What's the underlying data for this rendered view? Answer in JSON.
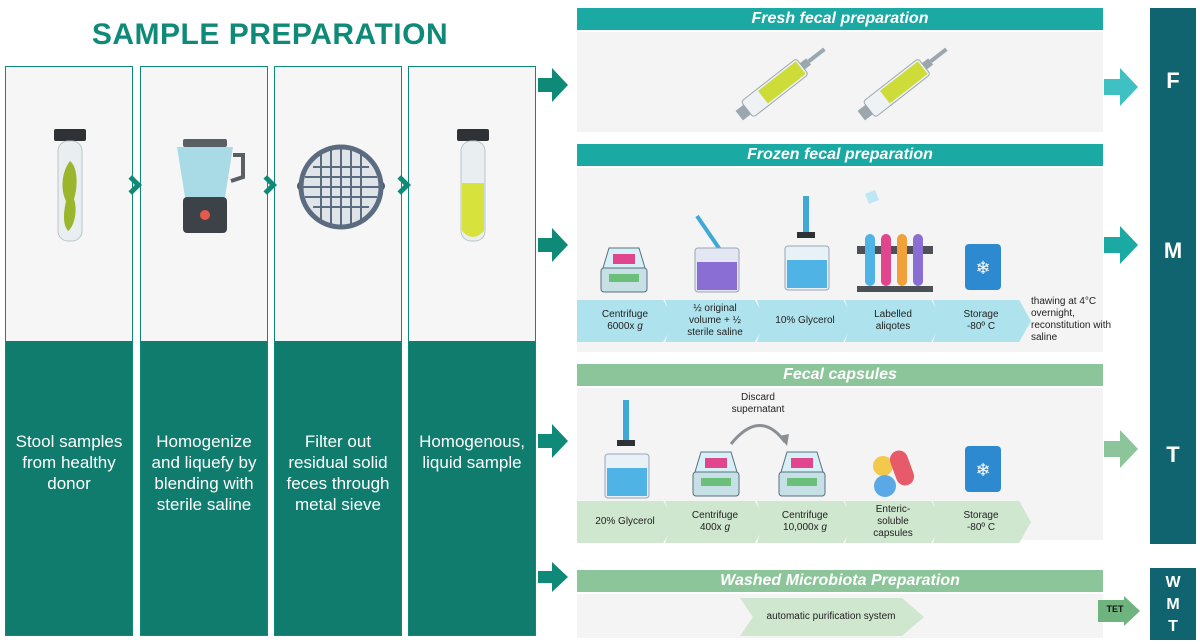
{
  "title": "SAMPLE PREPARATION",
  "columns": [
    {
      "text": "Stool samples from healthy donor"
    },
    {
      "text": "Homogenize and liquefy by blending with sterile saline"
    },
    {
      "text": "Filter out residual solid feces through metal sieve"
    },
    {
      "text": "Homogenous, liquid sample"
    }
  ],
  "sections": {
    "fresh": {
      "title": "Fresh fecal preparation"
    },
    "frozen": {
      "title": "Frozen fecal preparation",
      "steps": [
        {
          "line1": "Centrifuge",
          "line2": "6000x ",
          "italic": "g"
        },
        {
          "line1": "½ original",
          "line2": "volume + ½",
          "line3": "sterile saline"
        },
        {
          "line1": "10% Glycerol"
        },
        {
          "line1": "Labelled",
          "line2": "aliqotes"
        },
        {
          "line1": "Storage",
          "line2": "-80º C"
        }
      ],
      "note": "thawing at 4°C overnight, reconstitution with saline"
    },
    "capsules": {
      "title": "Fecal capsules",
      "discard": "Discard supernatant",
      "steps": [
        {
          "line1": "20% Glycerol"
        },
        {
          "line1": "Centrifuge",
          "line2": "400x ",
          "italic": "g"
        },
        {
          "line1": "Centrifuge",
          "line2": "10,000x ",
          "italic": "g"
        },
        {
          "line1": "Enteric-",
          "line2": "soluble",
          "line3": "capsules"
        },
        {
          "line1": "Storage",
          "line2": "-80º C"
        }
      ]
    },
    "washed": {
      "title": "Washed Microbiota Preparation",
      "step": "automatic purification system"
    }
  },
  "right_labels": {
    "f": "F",
    "m": "M",
    "t": "T",
    "wmt_w": "W",
    "wmt_m": "M",
    "wmt_t": "T",
    "tet": "TET"
  },
  "colors": {
    "teal": "#0f8a79",
    "dark_teal": "#0f6470",
    "bar_teal": "#1ba9a4",
    "light_green": "#8cc59a",
    "step_blue": "#aee3ee",
    "step_green": "#cfe6cf"
  }
}
